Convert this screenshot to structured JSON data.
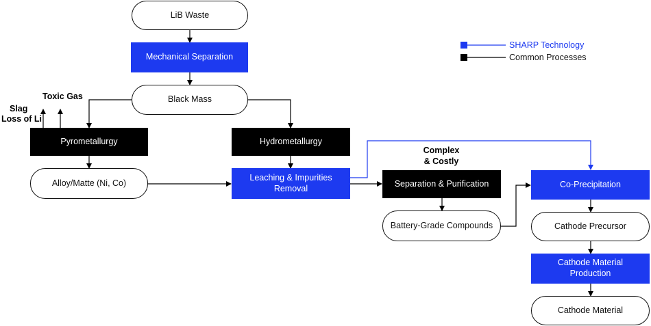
{
  "nodes": {
    "lib_waste": "LiB Waste",
    "mechanical_separation": "Mechanical Separation",
    "black_mass": "Black Mass",
    "pyrometallurgy": "Pyrometallurgy",
    "hydrometallurgy": "Hydrometallurgy",
    "alloy_matte": "Alloy/Matte (Ni, Co)",
    "leaching_line1": "Leaching & Impurities",
    "leaching_line2": "Removal",
    "separation_purification": "Separation & Purification",
    "battery_grade": "Battery-Grade Compounds",
    "co_precipitation": "Co-Precipitation",
    "cathode_precursor": "Cathode Precursor",
    "cathode_production_line1": "Cathode Material",
    "cathode_production_line2": "Production",
    "cathode_material": "Cathode Material"
  },
  "annotations": {
    "toxic_gas": "Toxic Gas",
    "slag": "Slag",
    "loss_of_li": "Loss of Li",
    "complex_line1": "Complex",
    "complex_line2": "& Costly"
  },
  "legend": {
    "sharp": "SHARP Technology",
    "common": "Common Processes"
  },
  "colors": {
    "sharp_blue": "#1d3af0",
    "common_black": "#000000"
  }
}
